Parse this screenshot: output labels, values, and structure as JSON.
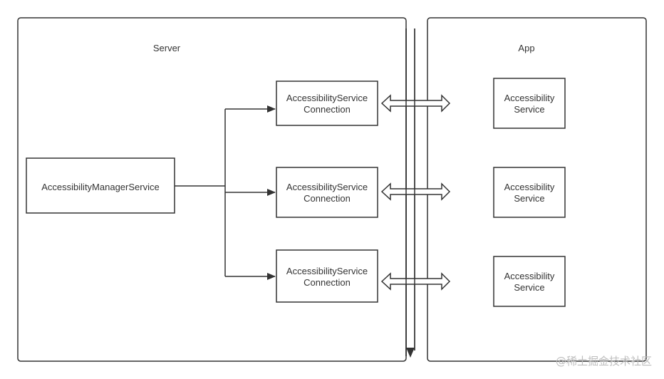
{
  "panels": {
    "server": "Server",
    "app": "App"
  },
  "manager": {
    "label": "AccessibilityManagerService"
  },
  "connections": [
    {
      "line1": "AccessibilityService",
      "line2": "Connection"
    },
    {
      "line1": "AccessibilityService",
      "line2": "Connection"
    },
    {
      "line1": "AccessibilityService",
      "line2": "Connection"
    }
  ],
  "services": [
    {
      "line1": "Accessibility",
      "line2": "Service"
    },
    {
      "line1": "Accessibility",
      "line2": "Service"
    },
    {
      "line1": "Accessibility",
      "line2": "Service"
    }
  ],
  "watermark": "@稀土掘金技术社区"
}
